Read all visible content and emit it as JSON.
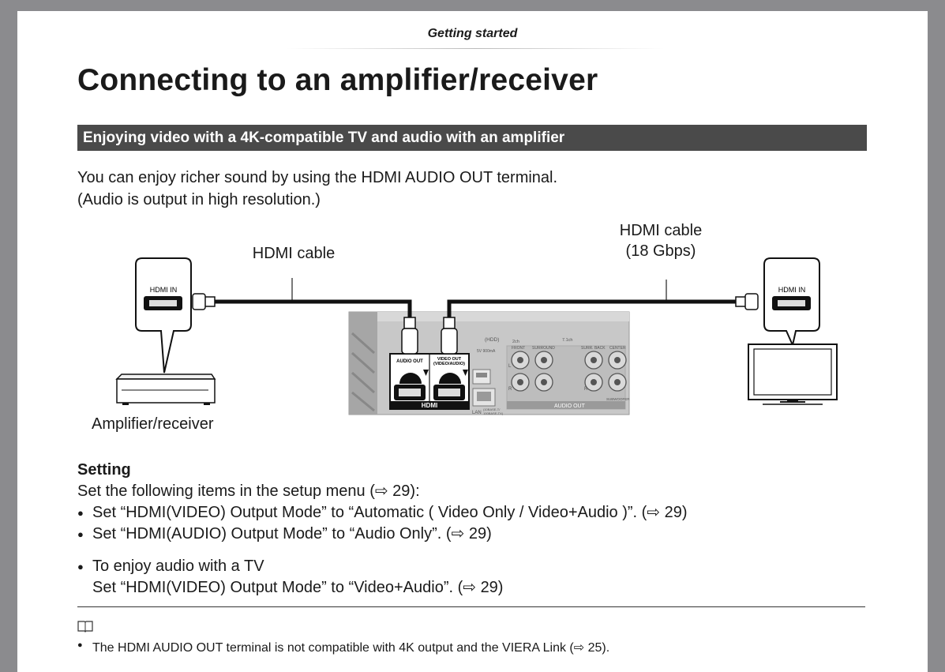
{
  "header": "Getting started",
  "title": "Connecting to an amplifier/receiver",
  "section": "Enjoying video with a 4K-compatible TV and audio with an amplifier",
  "intro": [
    "You can enjoy richer sound by using the HDMI AUDIO OUT terminal.",
    "(Audio is output in high resolution.)"
  ],
  "diagram": {
    "cable_left": "HDMI cable",
    "cable_right_1": "HDMI cable",
    "cable_right_2": "(18 Gbps)",
    "hdmi_in_left": "HDMI IN",
    "hdmi_in_right": "HDMI IN",
    "amplifier_label": "Amplifier/receiver",
    "port_audio_out": "AUDIO OUT",
    "port_video_out_1": "VIDEO OUT",
    "port_video_out_2": "(VIDEO/AUDIO)",
    "hdmi_logo": "HDMI",
    "usb_label": "(HDD)",
    "usb_power": "5V 900mA",
    "lan_label": "LAN",
    "lan_spec_1": "(10BASE-T/",
    "lan_spec_2": "100BASE-TX)",
    "ch_2": "2ch",
    "ch_7": "7.1ch",
    "front": "FRONT",
    "surround": "SURROUND",
    "surr_back": "SURR. BACK",
    "center": "CENTER",
    "subwoofer": "SUBWOOFER",
    "l": "L",
    "r": "R",
    "audio_out_bar": "AUDIO OUT"
  },
  "setting": {
    "heading": "Setting",
    "line": "Set the following items in the setup menu (⇨ 29):",
    "bullets": [
      "Set “HDMI(VIDEO) Output Mode” to “Automatic ( Video Only / Video+Audio )”. (⇨ 29)",
      "Set “HDMI(AUDIO) Output Mode” to “Audio Only”. (⇨ 29)"
    ],
    "tv_title": "To enjoy audio with a TV",
    "tv_line": "Set “HDMI(VIDEO) Output Mode” to “Video+Audio”. (⇨ 29)"
  },
  "note": "The HDMI AUDIO OUT terminal is not compatible with 4K output and the VIERA Link (⇨ 25)."
}
